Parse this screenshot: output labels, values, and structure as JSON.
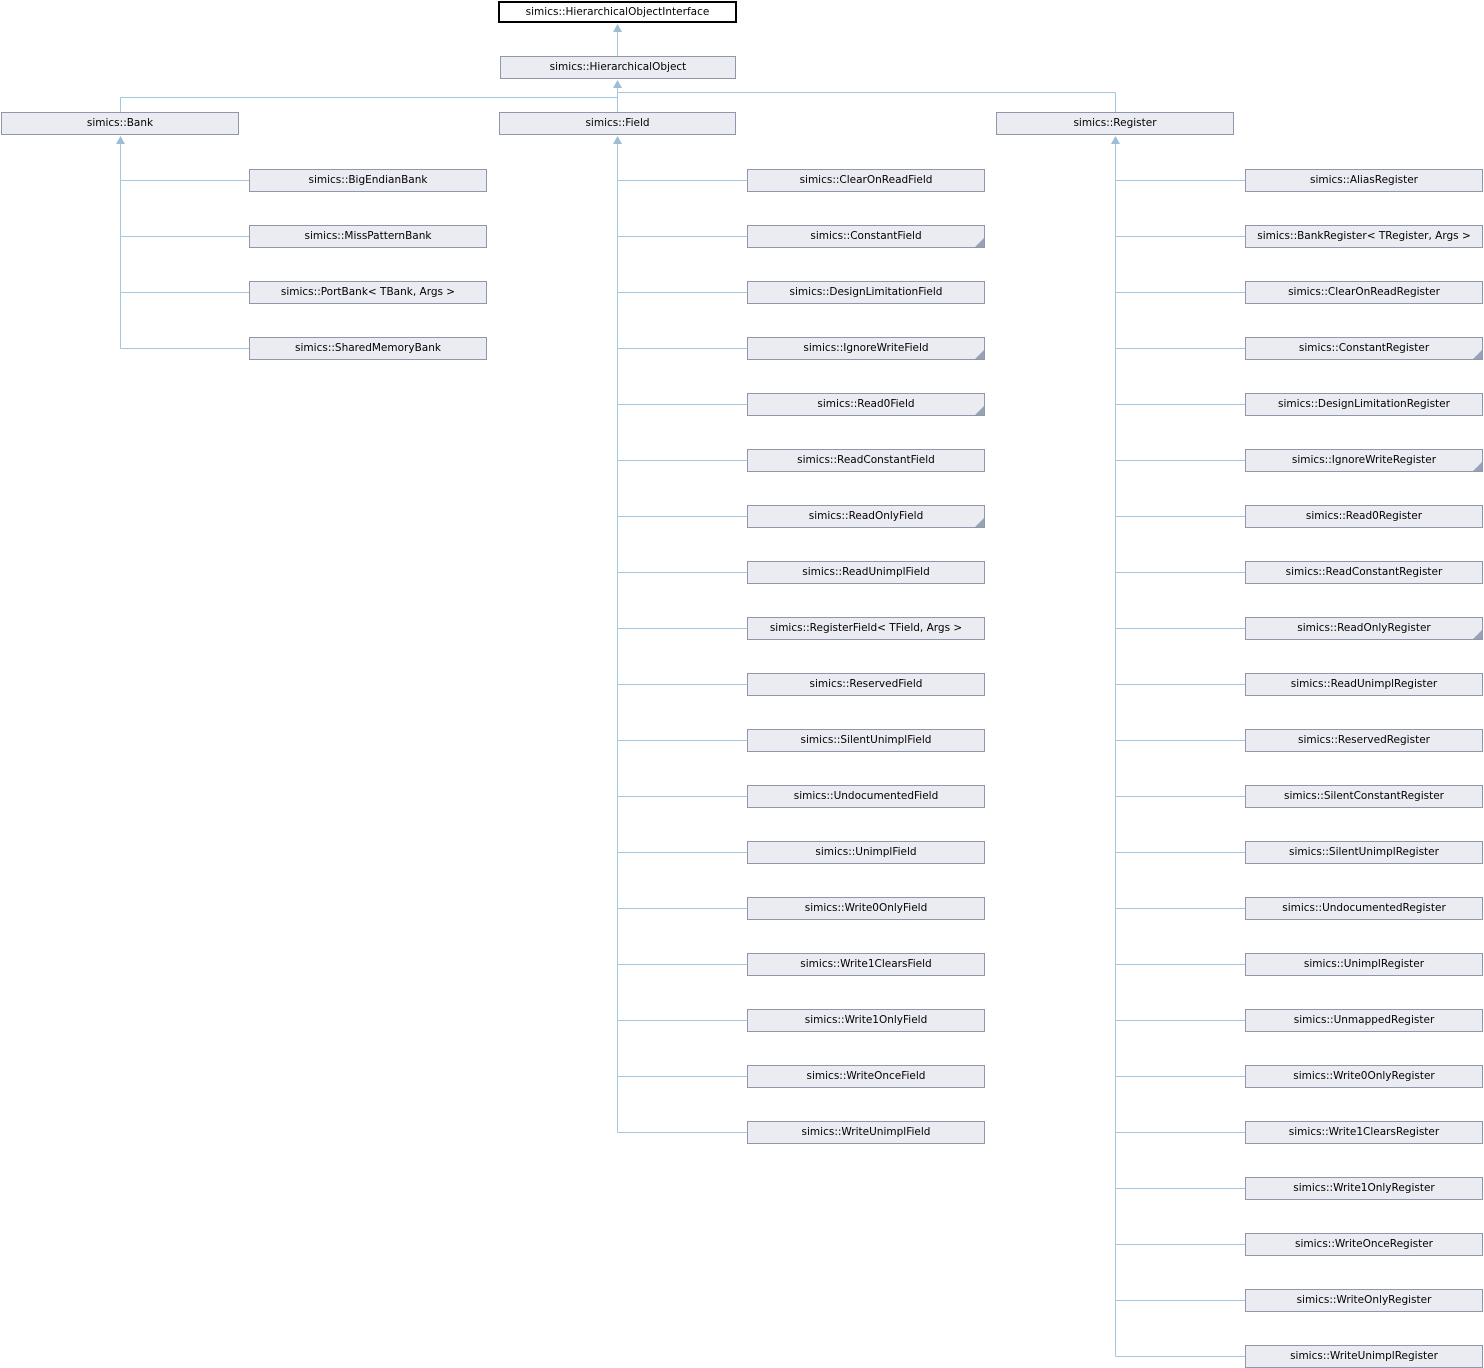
{
  "root": {
    "label": "simics::HierarchicalObjectInterface"
  },
  "base": {
    "label": "simics::HierarchicalObject"
  },
  "columns": [
    {
      "parent": {
        "label": "simics::Bank"
      },
      "children": [
        {
          "label": "simics::BigEndianBank"
        },
        {
          "label": "simics::MissPatternBank"
        },
        {
          "label": "simics::PortBank< TBank, Args >"
        },
        {
          "label": "simics::SharedMemoryBank"
        }
      ]
    },
    {
      "parent": {
        "label": "simics::Field"
      },
      "children": [
        {
          "label": "simics::ClearOnReadField"
        },
        {
          "label": "simics::ConstantField",
          "truncated": true
        },
        {
          "label": "simics::DesignLimitationField"
        },
        {
          "label": "simics::IgnoreWriteField",
          "truncated": true
        },
        {
          "label": "simics::Read0Field",
          "truncated": true
        },
        {
          "label": "simics::ReadConstantField"
        },
        {
          "label": "simics::ReadOnlyField",
          "truncated": true
        },
        {
          "label": "simics::ReadUnimplField"
        },
        {
          "label": "simics::RegisterField< TField, Args >"
        },
        {
          "label": "simics::ReservedField"
        },
        {
          "label": "simics::SilentUnimplField"
        },
        {
          "label": "simics::UndocumentedField"
        },
        {
          "label": "simics::UnimplField"
        },
        {
          "label": "simics::Write0OnlyField"
        },
        {
          "label": "simics::Write1ClearsField"
        },
        {
          "label": "simics::Write1OnlyField"
        },
        {
          "label": "simics::WriteOnceField"
        },
        {
          "label": "simics::WriteUnimplField"
        }
      ]
    },
    {
      "parent": {
        "label": "simics::Register"
      },
      "children": [
        {
          "label": "simics::AliasRegister"
        },
        {
          "label": "simics::BankRegister< TRegister, Args >"
        },
        {
          "label": "simics::ClearOnReadRegister"
        },
        {
          "label": "simics::ConstantRegister",
          "truncated": true
        },
        {
          "label": "simics::DesignLimitationRegister"
        },
        {
          "label": "simics::IgnoreWriteRegister",
          "truncated": true
        },
        {
          "label": "simics::Read0Register"
        },
        {
          "label": "simics::ReadConstantRegister"
        },
        {
          "label": "simics::ReadOnlyRegister",
          "truncated": true
        },
        {
          "label": "simics::ReadUnimplRegister"
        },
        {
          "label": "simics::ReservedRegister"
        },
        {
          "label": "simics::SilentConstantRegister"
        },
        {
          "label": "simics::SilentUnimplRegister"
        },
        {
          "label": "simics::UndocumentedRegister"
        },
        {
          "label": "simics::UnimplRegister"
        },
        {
          "label": "simics::UnmappedRegister"
        },
        {
          "label": "simics::Write0OnlyRegister"
        },
        {
          "label": "simics::Write1ClearsRegister"
        },
        {
          "label": "simics::Write1OnlyRegister"
        },
        {
          "label": "simics::WriteOnceRegister"
        },
        {
          "label": "simics::WriteOnlyRegister"
        },
        {
          "label": "simics::WriteUnimplRegister"
        }
      ]
    }
  ],
  "colors": {
    "node_fill": "#ebecf2",
    "node_border": "#8e97ac",
    "root_fill": "#ffffff",
    "root_border": "#000000",
    "edge": "#a3c7df",
    "arrow": "#9dbdd4",
    "fold": "#9aa1b5"
  }
}
